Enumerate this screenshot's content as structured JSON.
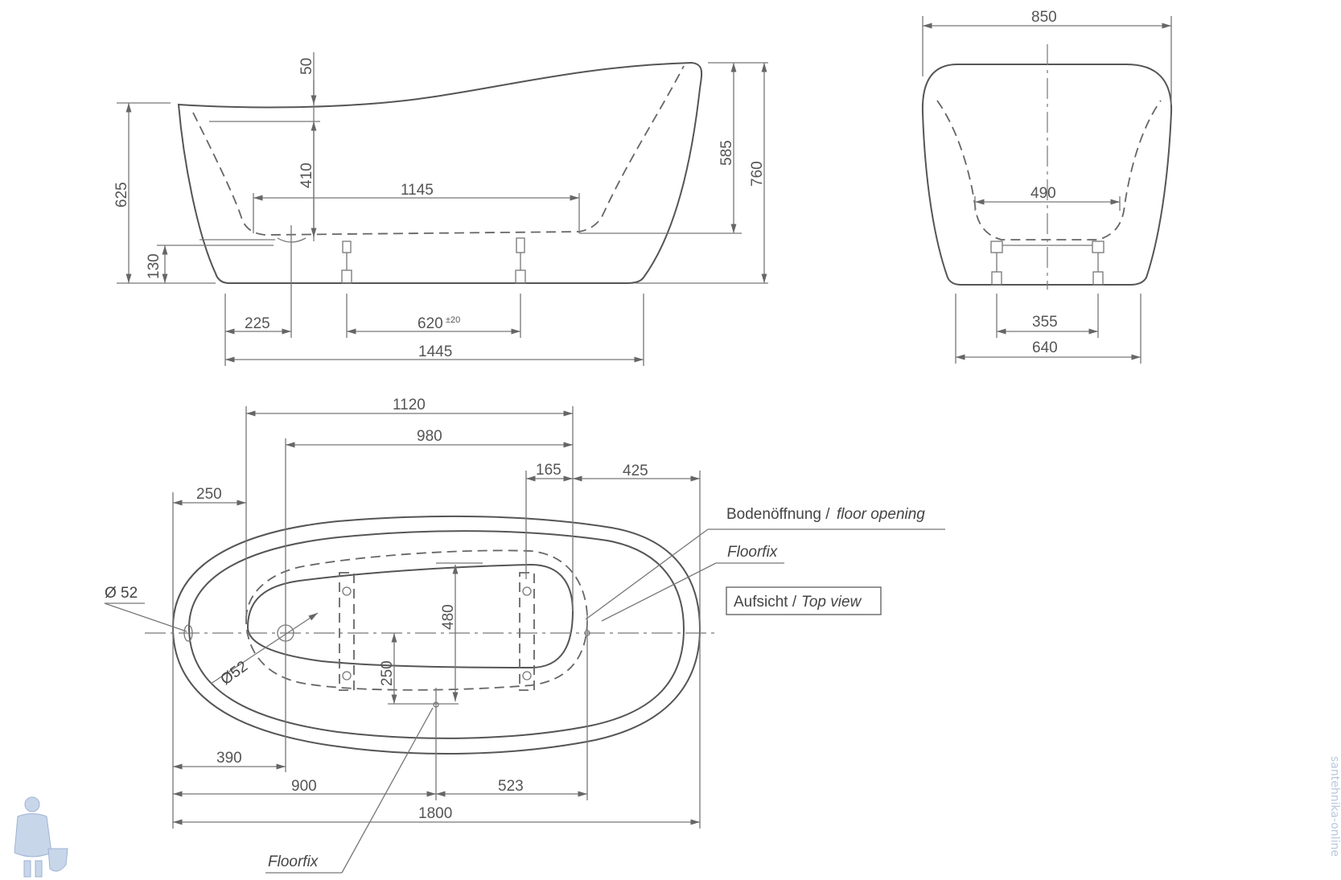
{
  "side_view": {
    "dims": {
      "d50": "50",
      "d410": "410",
      "d625": "625",
      "d130": "130",
      "d585": "585",
      "d760": "760",
      "d1145": "1145",
      "d225": "225",
      "d620": "620",
      "d620_tol": "±20",
      "d1445": "1445"
    }
  },
  "end_view": {
    "dims": {
      "d850": "850",
      "d490": "490",
      "d355": "355",
      "d640": "640"
    }
  },
  "top_view": {
    "dims": {
      "d1120": "1120",
      "d980": "980",
      "d165": "165",
      "d425": "425",
      "d250_top": "250",
      "d480": "480",
      "d250_inner": "250",
      "d390": "390",
      "d900": "900",
      "d523": "523",
      "d1800": "1800"
    },
    "labels": {
      "diameter_outer": "Ø 52",
      "diameter_drain": "Ø52",
      "floor_opening_de": "Bodenöffnung /",
      "floor_opening_en": "floor opening",
      "floorfix_right": "Floorfix",
      "floorfix_bottom": "Floorfix",
      "view_de": "Aufsicht /",
      "view_en": "Top view"
    }
  },
  "watermark": "santehnika-online",
  "colors": {
    "line": "#555555",
    "text": "#555555",
    "watermark": "#b9c8de"
  }
}
